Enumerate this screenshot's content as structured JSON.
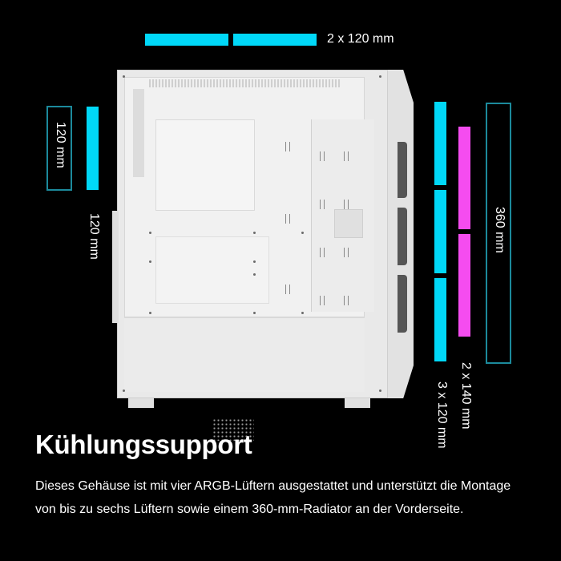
{
  "dimensions": {
    "top_fans": {
      "label": "2 x 120 mm",
      "count": 2,
      "color": "#00d8f8"
    },
    "rear_fan": {
      "label": "120 mm",
      "color": "#00d8f8",
      "box_color": "#1c8a9c"
    },
    "side_label": {
      "label": "120 mm"
    },
    "front_fans_120": {
      "label": "3 x 120 mm",
      "count": 3,
      "color": "#00d8f8"
    },
    "front_fans_140": {
      "label": "2 x 140 mm",
      "count": 2,
      "color": "#f54cf0"
    },
    "radiator": {
      "label": "360 mm",
      "box_color": "#1c8a9c"
    }
  },
  "content": {
    "title": "Kühlungssupport",
    "description": "Dieses Gehäuse ist mit vier ARGB-Lüftern ausgestattet und unterstützt die Montage von bis zu sechs Lüftern sowie einem 360-mm-Radiator an der Vorderseite."
  },
  "product_image": {
    "subject": "white PC case side view"
  }
}
